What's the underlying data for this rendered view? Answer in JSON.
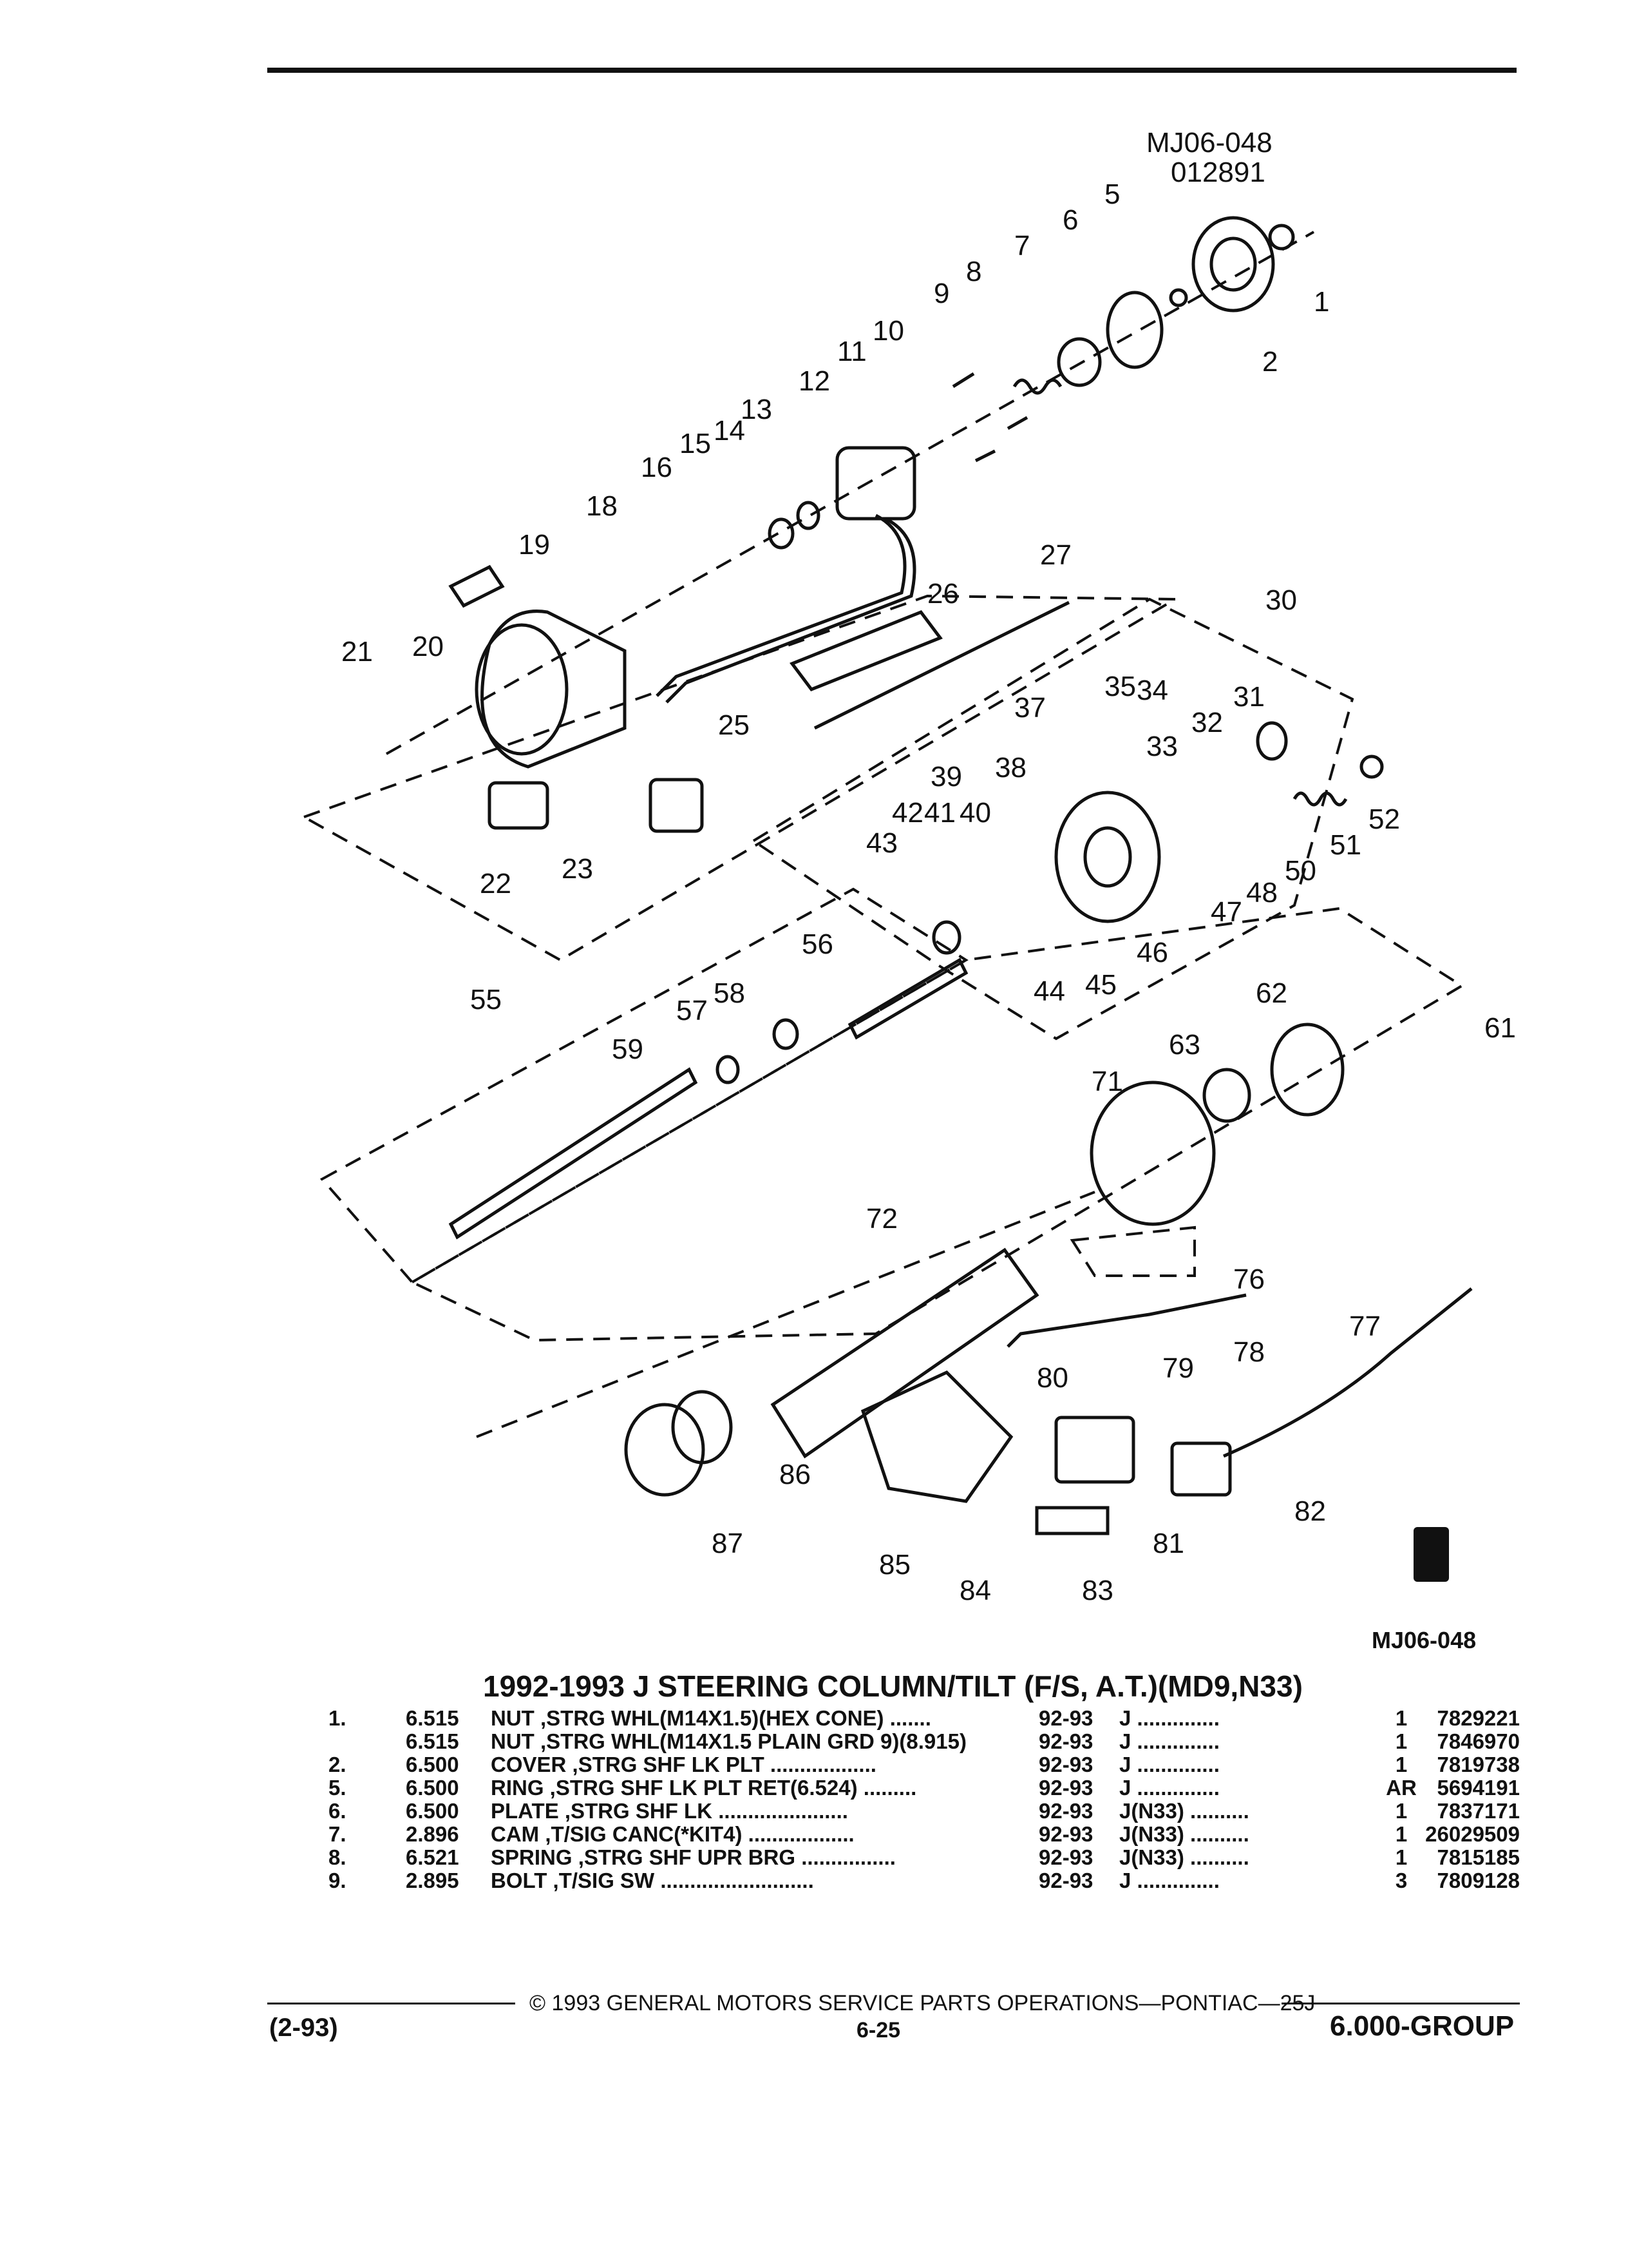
{
  "header": {
    "figure_code": "MJ06-048",
    "figure_date": "012891",
    "figure_code_bottom": "MJ06-048"
  },
  "title": "1992-1993 J STEERING COLUMN/TILT (F/S, A.T.)(MD9,N33)",
  "callouts": [
    "1",
    "2",
    "5",
    "6",
    "7",
    "8",
    "9",
    "10",
    "11",
    "12",
    "13",
    "14",
    "15",
    "16",
    "18",
    "19",
    "20",
    "21",
    "22",
    "23",
    "25",
    "26",
    "27",
    "30",
    "31",
    "32",
    "33",
    "34",
    "35",
    "37",
    "38",
    "39",
    "40",
    "41",
    "42",
    "43",
    "44",
    "45",
    "46",
    "47",
    "48",
    "50",
    "51",
    "52",
    "55",
    "56",
    "57",
    "58",
    "59",
    "61",
    "62",
    "63",
    "71",
    "72",
    "76",
    "77",
    "78",
    "79",
    "80",
    "81",
    "82",
    "83",
    "84",
    "85",
    "86",
    "87"
  ],
  "parts": [
    {
      "idx": "1.",
      "group": "6.515",
      "desc": "NUT ,STRG WHL(M14X1.5)(HEX CONE)",
      "dots": ".......",
      "years": "92-93",
      "series": "J",
      "sdots": "..............",
      "qty": "1",
      "part_no": "7829221"
    },
    {
      "idx": "",
      "group": "6.515",
      "desc": "NUT ,STRG WHL(M14X1.5 PLAIN GRD 9)(8.915)",
      "dots": "",
      "years": "92-93",
      "series": "J",
      "sdots": "..............",
      "qty": "1",
      "part_no": "7846970"
    },
    {
      "idx": "2.",
      "group": "6.500",
      "desc": "COVER ,STRG SHF LK PLT",
      "dots": "..................",
      "years": "92-93",
      "series": "J",
      "sdots": "..............",
      "qty": "1",
      "part_no": "7819738"
    },
    {
      "idx": "5.",
      "group": "6.500",
      "desc": "RING ,STRG SHF LK PLT RET(6.524)",
      "dots": ".........",
      "years": "92-93",
      "series": "J",
      "sdots": "..............",
      "qty": "AR",
      "part_no": "5694191"
    },
    {
      "idx": "6.",
      "group": "6.500",
      "desc": "PLATE ,STRG SHF LK",
      "dots": "......................",
      "years": "92-93",
      "series": "J(N33)",
      "sdots": "..........",
      "qty": "1",
      "part_no": "7837171"
    },
    {
      "idx": "7.",
      "group": "2.896",
      "desc": "CAM ,T/SIG CANC(*KIT4)",
      "dots": "..................",
      "years": "92-93",
      "series": "J(N33)",
      "sdots": "..........",
      "qty": "1",
      "part_no": "26029509"
    },
    {
      "idx": "8.",
      "group": "6.521",
      "desc": "SPRING ,STRG SHF UPR BRG",
      "dots": "................",
      "years": "92-93",
      "series": "J(N33)",
      "sdots": "..........",
      "qty": "1",
      "part_no": "7815185"
    },
    {
      "idx": "9.",
      "group": "2.895",
      "desc": "BOLT ,T/SIG SW",
      "dots": "..........................",
      "years": "92-93",
      "series": "J",
      "sdots": "..............",
      "qty": "3",
      "part_no": "7809128"
    }
  ],
  "footer": {
    "copyright": "© 1993 GENERAL MOTORS SERVICE PARTS OPERATIONS—PONTIAC—25J",
    "page": "6-25",
    "date_code": "(2-93)",
    "group": "6.000-GROUP"
  }
}
